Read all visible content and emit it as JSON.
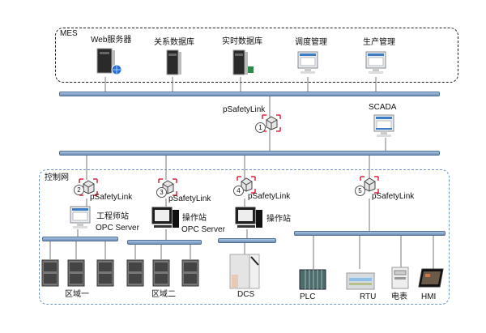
{
  "zones": {
    "mes": "MES",
    "control": "控制网"
  },
  "mes_nodes": [
    {
      "label": "Web服务器",
      "icon": "server-globe-icon"
    },
    {
      "label": "关系数据库",
      "icon": "server-icon"
    },
    {
      "label": "实时数据库",
      "icon": "server-db-icon"
    },
    {
      "label": "调度管理",
      "icon": "workstation-icon"
    },
    {
      "label": "生产管理",
      "icon": "workstation-icon"
    }
  ],
  "gateways": [
    {
      "number": "1",
      "label": "pSafetyLink"
    },
    {
      "number": "2",
      "label": "pSafetyLink"
    },
    {
      "number": "3",
      "label": "pSafetyLink"
    },
    {
      "number": "4",
      "label": "pSafetyLink"
    },
    {
      "number": "5",
      "label": "pSafetyLink"
    }
  ],
  "scada": {
    "label": "SCADA"
  },
  "stations": [
    {
      "line1": "工程师站",
      "line2": "OPC Server"
    },
    {
      "line1": "操作站",
      "line2": "OPC Server"
    },
    {
      "line1": "操作站",
      "line2": ""
    }
  ],
  "areas": [
    {
      "label": "区域一"
    },
    {
      "label": "区域二"
    },
    {
      "label": "DCS"
    }
  ],
  "field_devices": [
    {
      "label": "PLC"
    },
    {
      "label": "RTU"
    },
    {
      "label": "电表"
    },
    {
      "label": "HMI"
    }
  ],
  "colors": {
    "bus_light": "#a9c4e2",
    "bus_dark": "#4f6f94",
    "mes_border": "#222222",
    "control_border": "#6a96c9",
    "gateway_marker": "#d9263a"
  }
}
